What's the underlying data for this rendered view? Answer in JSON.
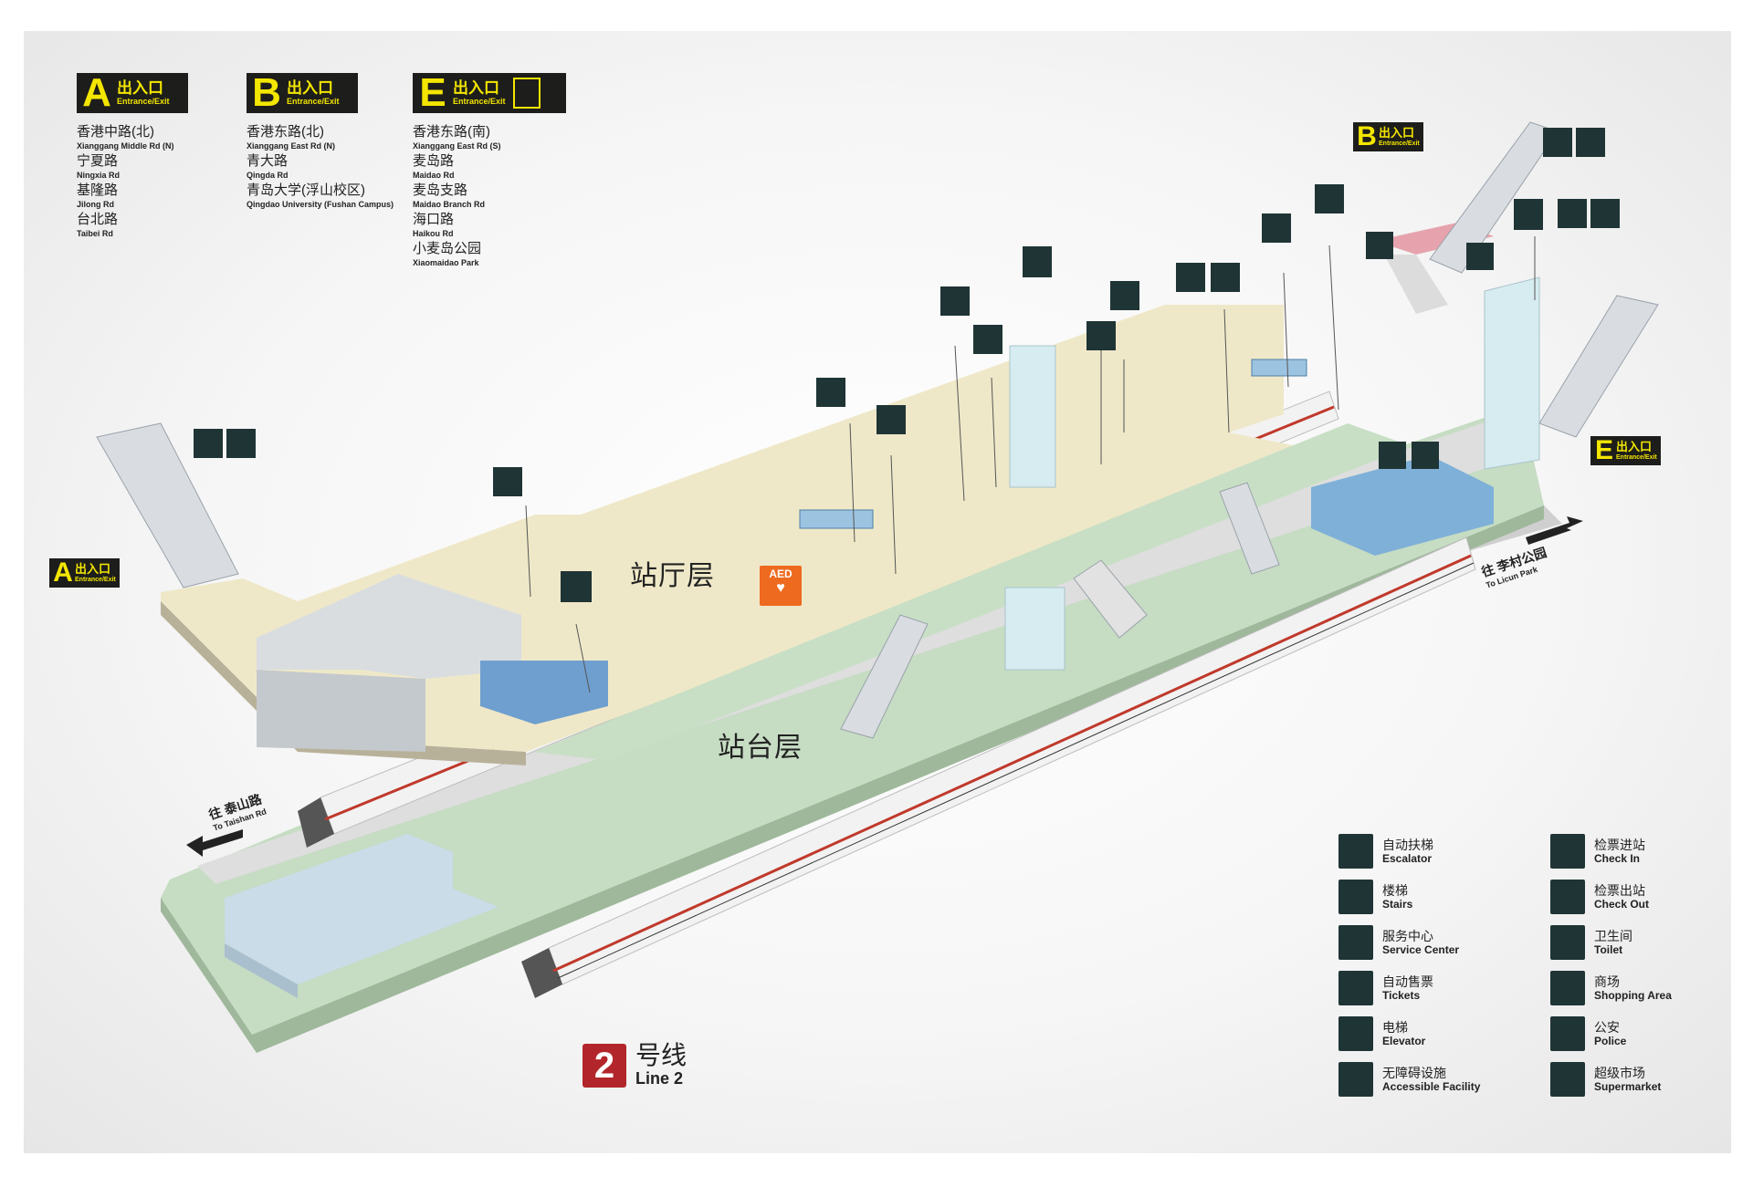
{
  "exits": [
    {
      "letter": "A",
      "label_cn": "出入口",
      "label_en": "Entrance/Exit",
      "roads": [
        {
          "cn": "香港中路(北)",
          "en": "Xianggang Middle Rd (N)"
        },
        {
          "cn": "宁夏路",
          "en": "Ningxia Rd"
        },
        {
          "cn": "基隆路",
          "en": "Jilong Rd"
        },
        {
          "cn": "台北路",
          "en": "Taibei Rd"
        }
      ]
    },
    {
      "letter": "B",
      "label_cn": "出入口",
      "label_en": "Entrance/Exit",
      "roads": [
        {
          "cn": "香港东路(北)",
          "en": "Xianggang East Rd (N)"
        },
        {
          "cn": "青大路",
          "en": "Qingda Rd"
        },
        {
          "cn": "青岛大学(浮山校区)",
          "en": "Qingdao University (Fushan Campus)"
        }
      ]
    },
    {
      "letter": "E",
      "label_cn": "出入口",
      "label_en": "Entrance/Exit",
      "roads": [
        {
          "cn": "香港东路(南)",
          "en": "Xianggang East Rd (S)"
        },
        {
          "cn": "麦岛路",
          "en": "Maidao Rd"
        },
        {
          "cn": "麦岛支路",
          "en": "Maidao Branch Rd"
        },
        {
          "cn": "海口路",
          "en": "Haikou Rd"
        },
        {
          "cn": "小麦岛公园",
          "en": "Xiaomaidao Park"
        }
      ]
    }
  ],
  "map_exits": {
    "a": {
      "letter": "A",
      "cn": "出入口",
      "en": "Entrance/Exit"
    },
    "b": {
      "letter": "B",
      "cn": "出入口",
      "en": "Entrance/Exit"
    },
    "e": {
      "letter": "E",
      "cn": "出入口",
      "en": "Entrance/Exit"
    }
  },
  "levels": {
    "concourse": "站厅层",
    "platform": "站台层"
  },
  "aed": {
    "label": "AED"
  },
  "directions": {
    "left": {
      "cn": "往 泰山路",
      "en": "To Taishan Rd"
    },
    "right": {
      "cn": "往 李村公园",
      "en": "To Licun Park"
    }
  },
  "line": {
    "number": "2",
    "cn": "号线",
    "en": "Line 2",
    "color": "#b2262b"
  },
  "legend": [
    {
      "icon": "escalator-icon",
      "cn": "自动扶梯",
      "en": "Escalator"
    },
    {
      "icon": "check-in-icon",
      "cn": "检票进站",
      "en": "Check In"
    },
    {
      "icon": "stairs-icon",
      "cn": "楼梯",
      "en": "Stairs"
    },
    {
      "icon": "check-out-icon",
      "cn": "检票出站",
      "en": "Check Out"
    },
    {
      "icon": "service-center-icon",
      "cn": "服务中心",
      "en": "Service Center"
    },
    {
      "icon": "toilet-icon",
      "cn": "卫生间",
      "en": "Toilet"
    },
    {
      "icon": "ticket-machine-icon",
      "cn": "自动售票",
      "en": "Tickets"
    },
    {
      "icon": "shopping-icon",
      "cn": "商场",
      "en": "Shopping Area"
    },
    {
      "icon": "elevator-icon",
      "cn": "电梯",
      "en": "Elevator"
    },
    {
      "icon": "police-icon",
      "cn": "公安",
      "en": "Police"
    },
    {
      "icon": "accessible-icon",
      "cn": "无障碍设施",
      "en": "Accessible Facility"
    },
    {
      "icon": "supermarket-icon",
      "cn": "超级市场",
      "en": "Supermarket"
    }
  ],
  "colors": {
    "sign_bg": "#1d1d1b",
    "sign_text": "#f3e600",
    "icon_bg": "#1f3435",
    "concourse": "#efe8c8",
    "platform": "#c8dfc5",
    "structure": "#d2d7dc",
    "office": "#6f9fcf",
    "exit_b_floor": "#e6a3ad",
    "aed": "#ee6a1f"
  }
}
